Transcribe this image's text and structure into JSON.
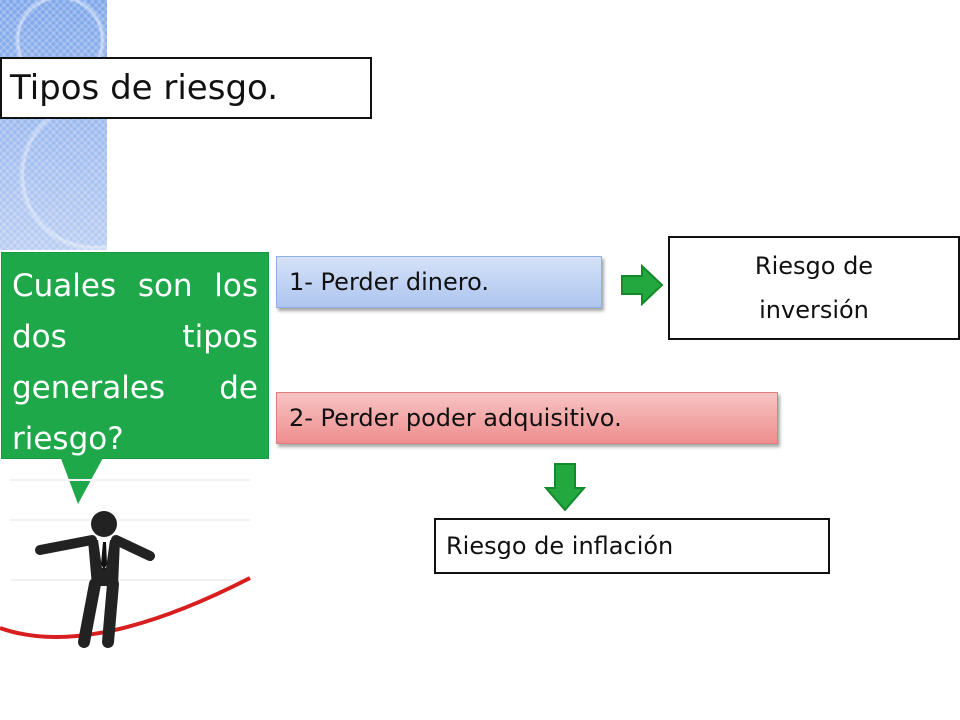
{
  "title": "Tipos de riesgo.",
  "question": "Cuales son los dos tipos generales de riesgo?",
  "risks": [
    {
      "label": "1- Perder dinero.",
      "outcome": "Riesgo de inversión"
    },
    {
      "label": "2- Perder poder adquisitivo.",
      "outcome": "Riesgo de inflación"
    }
  ],
  "colors": {
    "question_bg": "#1fa84a",
    "risk_1_fill": "#adc5ef",
    "risk_2_fill": "#ee8e8e",
    "arrow_fill": "#22a83e"
  },
  "icons": [
    "arrow-right-icon",
    "arrow-down-icon",
    "tightrope-businessman-icon"
  ]
}
